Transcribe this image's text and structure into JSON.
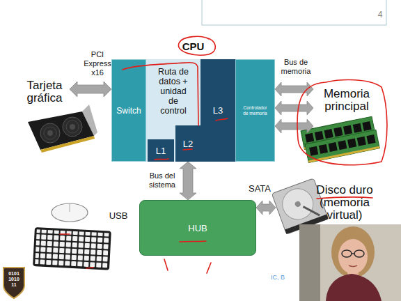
{
  "diagram": {
    "nodes": [
      {
        "text": [
          "CPU"
        ]
      },
      {
        "text": [
          "Switch"
        ],
        "in": 0
      },
      {
        "text": [
          "Ruta de datos + unidad de control"
        ],
        "in": 0
      },
      {
        "text": [
          "L1"
        ],
        "in": 0
      },
      {
        "text": [
          "L2"
        ],
        "in": 0
      },
      {
        "text": [
          "L3"
        ],
        "in": 0
      },
      {
        "text": [
          "Controlador de memoria"
        ],
        "in": 0
      },
      {
        "text": [
          "Tarjeta gráfica"
        ]
      },
      {
        "text": [
          "Memoria principal"
        ]
      },
      {
        "text": [
          "HUB"
        ]
      },
      {
        "text": [
          "Disco duro (memoria virtual)"
        ]
      }
    ],
    "edges": [
      {
        "from": 7,
        "to": 1,
        "label": "PCI Express x16",
        "arrow": "both"
      },
      {
        "from": 6,
        "to": 8,
        "label": "Bus de memoria",
        "arrow": "both"
      },
      {
        "from": 6,
        "to": 8,
        "arrow": "both"
      },
      {
        "from": 6,
        "to": 8,
        "arrow": "both"
      },
      {
        "from": 0,
        "to": 9,
        "label": "Bus del sistema",
        "arrow": "both"
      },
      {
        "from": 9,
        "to": 10,
        "label": "SATA",
        "arrow": "both"
      }
    ],
    "labels": [
      "4",
      "USB",
      "IC, B",
      "0101",
      "1010",
      "11"
    ]
  }
}
